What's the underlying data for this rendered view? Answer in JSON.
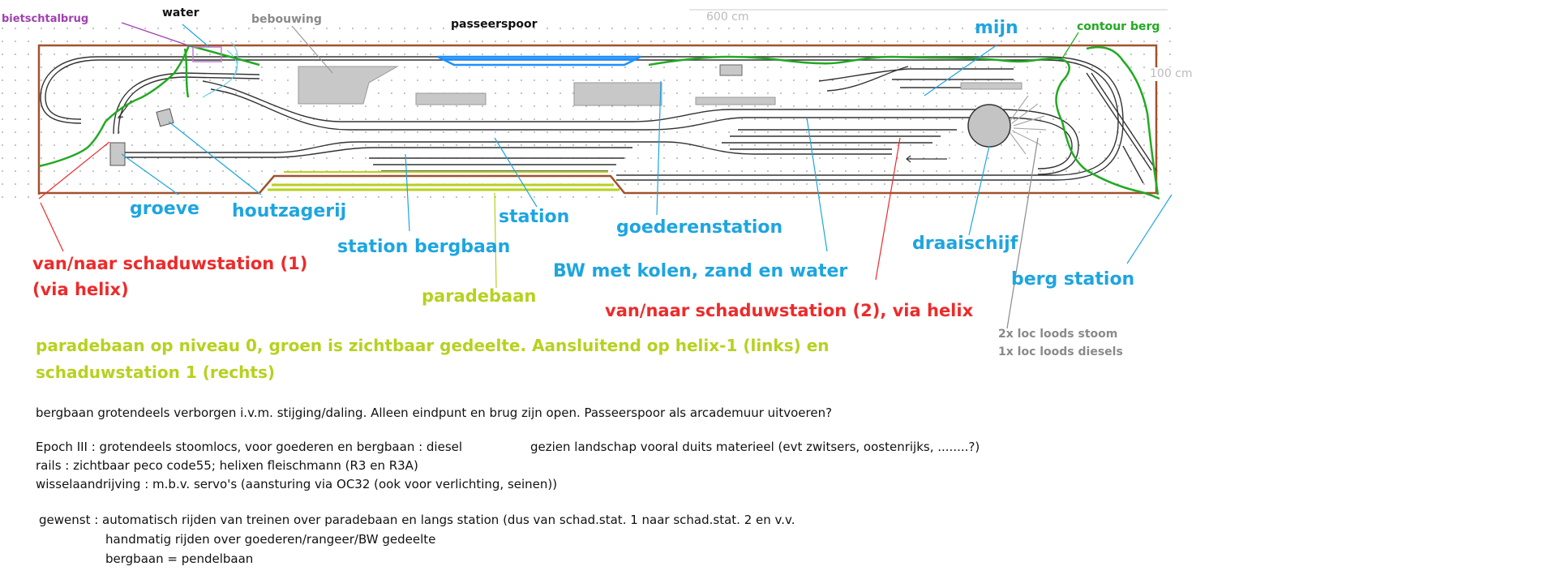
{
  "plan_labels": {
    "bietschtalbrug": "bietschtalbrug",
    "water": "water",
    "bebouwing": "bebouwing",
    "passeerspoor": "passeerspoor",
    "width_dim": "600 cm",
    "mijn": "mijn",
    "contour_berg": "contour berg",
    "height_dim": "100 cm"
  },
  "callouts": {
    "groeve": "groeve",
    "houtzagerij": "houtzagerij",
    "station": "station",
    "goederenstation": "goederenstation",
    "draaischijf": "draaischijf",
    "station_bergbaan": "station bergbaan",
    "bw": "BW met kolen, zand en water",
    "berg_station": "berg station",
    "paradebaan": "paradebaan",
    "schaduw1_line1": "van/naar schaduwstation (1)",
    "schaduw1_line2": "(via helix)",
    "schaduw2": "van/naar schaduwstation (2), via helix",
    "loods_stoom": "2x loc loods stoom",
    "loods_diesels": "1x loc loods diesels"
  },
  "notes": {
    "paradebaan_line1": "paradebaan op niveau 0, groen is zichtbaar gedeelte. Aansluitend op helix-1 (links) en",
    "paradebaan_line2": "schaduwstation 1 (rechts)",
    "bergbaan": "bergbaan grotendeels verborgen i.v.m. stijging/daling. Alleen eindpunt en brug zijn open. Passeerspoor als arcademuur uitvoeren?",
    "epoch": "Epoch III : grotendeels stoomlocs, voor goederen en bergbaan : diesel",
    "gezien": "gezien landschap vooral duits materieel (evt zwitsers, oostenrijks, ........?)",
    "rails": "rails : zichtbaar peco code55; helixen fleischmann (R3 en R3A)",
    "wissel": "wisselaandrijving : m.b.v. servo's (aansturing via OC32 (ook voor verlichting, seinen))",
    "gewenst": "gewenst : automatisch rijden van treinen over paradebaan en langs station (dus van schad.stat. 1 naar schad.stat. 2 en v.v.",
    "handmatig": "handmatig rijden over goederen/rangeer/BW gedeelte",
    "pendel": "bergbaan = pendelbaan"
  },
  "colors": {
    "track": "#333333",
    "board_edge": "#a0522d",
    "mountain": "#22aa22",
    "water_blue": "#1e90ff",
    "building": "#c8c8c8",
    "blue_label": "#1ea5e0",
    "red_label": "#ee2a2a",
    "lime": "#b7d11f",
    "purple": "#a040b0"
  }
}
